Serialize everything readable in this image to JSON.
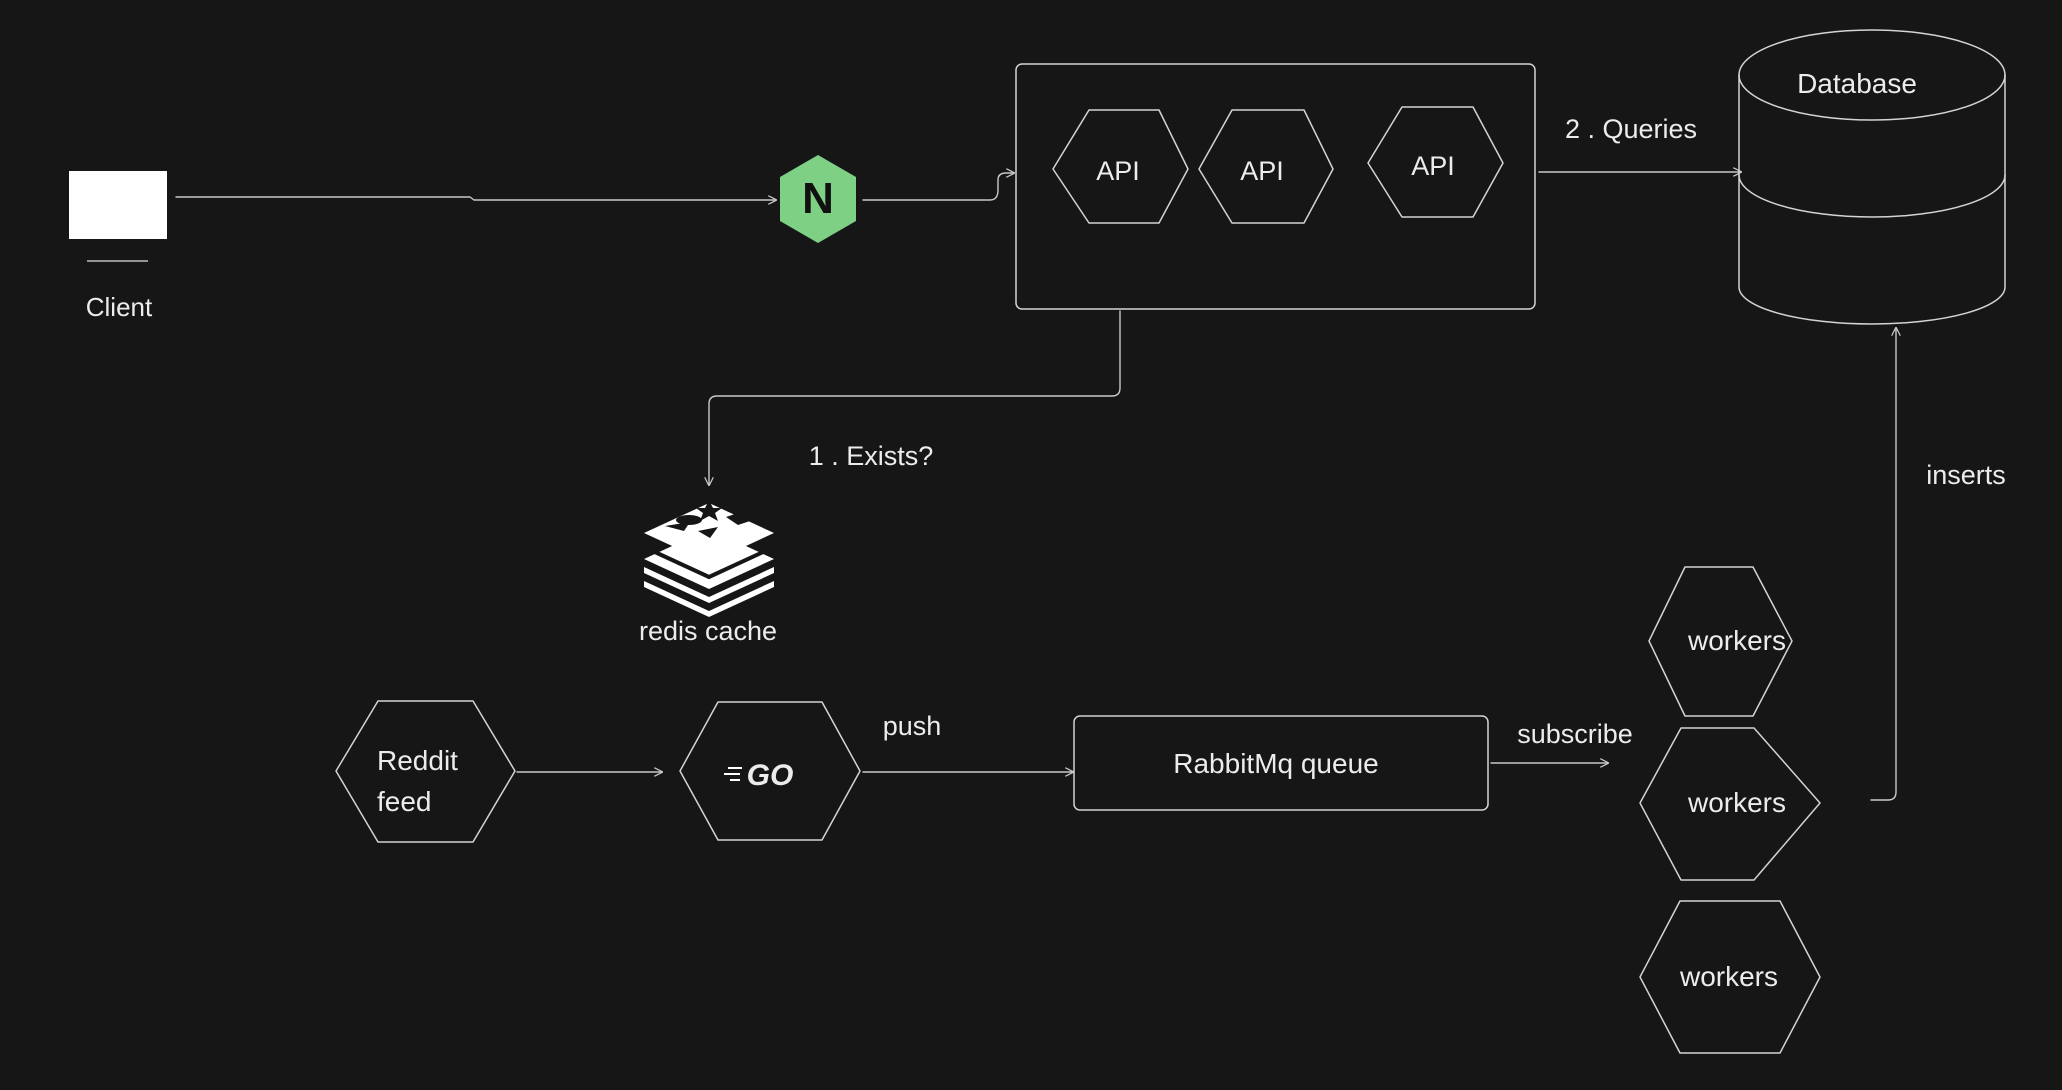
{
  "diagram": {
    "client": {
      "label": "Client"
    },
    "gateway": {
      "icon": "nginx-icon",
      "letter": "N",
      "color": "#7ed085"
    },
    "api_cluster": {
      "apis": [
        "API",
        "API",
        "API"
      ]
    },
    "database": {
      "label": "Database"
    },
    "cache": {
      "icon": "redis-icon",
      "label": "redis cache"
    },
    "producer": {
      "label_line1": "Reddit",
      "label_line2": "feed"
    },
    "go_service": {
      "icon": "go-icon",
      "label": "GO"
    },
    "queue": {
      "label": "RabbitMq queue"
    },
    "workers": [
      "workers",
      "workers",
      "workers"
    ],
    "edges": {
      "queries": "2 . Queries",
      "exists": "1 . Exists?",
      "push": "push",
      "subscribe": "subscribe",
      "inserts": "inserts"
    }
  }
}
